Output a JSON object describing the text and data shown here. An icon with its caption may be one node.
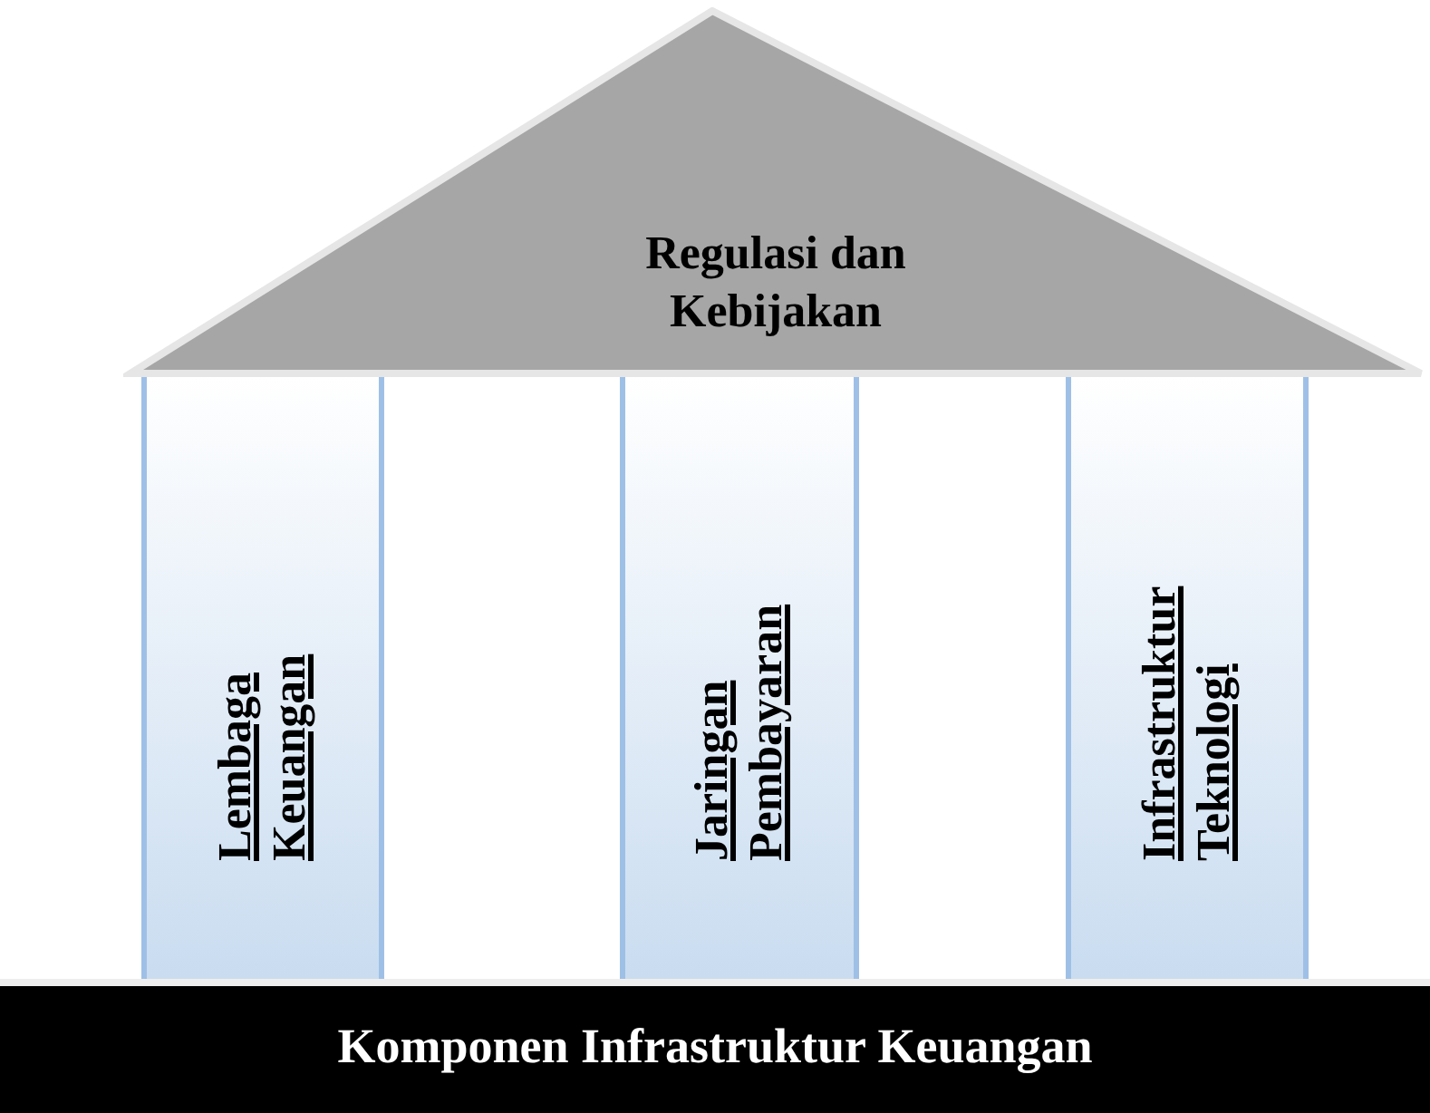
{
  "diagram": {
    "nodes": [
      {
        "text": [
          "Regulasi dan Kebijakan"
        ]
      },
      {
        "text": [
          "Lembaga Keuangan"
        ]
      },
      {
        "text": [
          "Jaringan Pembayaran"
        ]
      },
      {
        "text": [
          "Infrastruktur Teknologi"
        ]
      },
      {
        "text": [
          "Komponen Infrastruktur Keuangan"
        ]
      }
    ],
    "edges": []
  }
}
